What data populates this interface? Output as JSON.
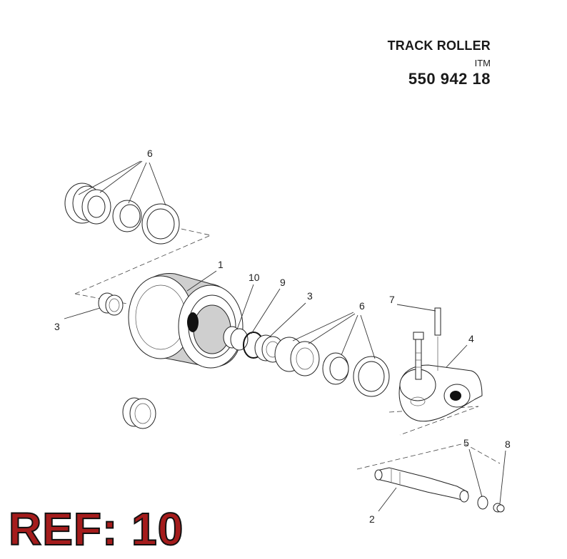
{
  "header": {
    "title": "TRACK ROLLER",
    "brand": "ITM",
    "part_number": "550 942 18"
  },
  "reference": "REF: 10",
  "callouts": {
    "c1": "1",
    "c2": "2",
    "c3a": "3",
    "c3b": "3",
    "c4": "4",
    "c5": "5",
    "c6a": "6",
    "c6b": "6",
    "c7": "7",
    "c8": "8",
    "c9": "9",
    "c10": "10"
  }
}
